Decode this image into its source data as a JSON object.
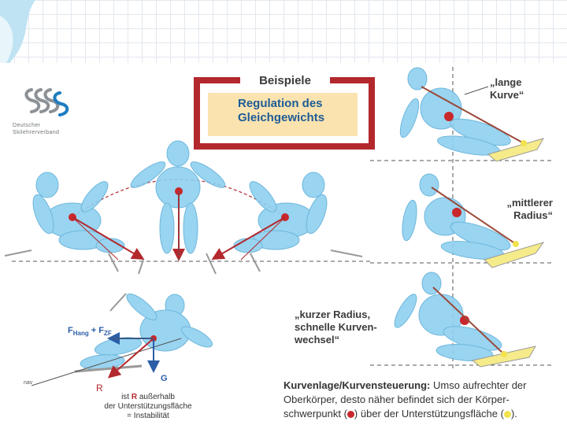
{
  "logo": {
    "line1": "Deutscher",
    "line2": "Skilehrerverband"
  },
  "box": {
    "header": "Beispiele",
    "title_line1": "Regulation des",
    "title_line2": "Gleichgewichts"
  },
  "labels": {
    "long_curve": "„lange\nKurve“",
    "medium_radius": "„mittlerer\nRadius“",
    "short_radius": "„kurzer Radius,\nschnelle Kurven-\nwechsel“"
  },
  "forces": {
    "f_hang_prefix": "F",
    "f_hang_sub": "Hang",
    "f_plus": " + F",
    "f_zf_sub": "ZF",
    "g": "G",
    "r": "R",
    "nav": "nav"
  },
  "instability": {
    "line1_pre": "ist ",
    "line1_r": "R",
    "line1_post": " außerhalb",
    "line2": "der Unterstützungsfläche",
    "line3": "= Instabilität"
  },
  "caption": {
    "bold": "Kurvenlage/Kurvensteuerung:",
    "text1": " Umso aufrechter der Oberkörper, desto näher befindet sich der Körper-schwerpunkt (",
    "text2": ") über der Unterstützungsfläche (",
    "text3": ")."
  },
  "colors": {
    "frame_red": "#b3282d",
    "title_blue": "#1e5c95",
    "box_fill": "#fbe3b0",
    "figure_blue": "#8fd0f0",
    "cog_red": "#c8282c",
    "support_yellow": "#f2e34e",
    "force_blue": "#2b5ea7"
  }
}
